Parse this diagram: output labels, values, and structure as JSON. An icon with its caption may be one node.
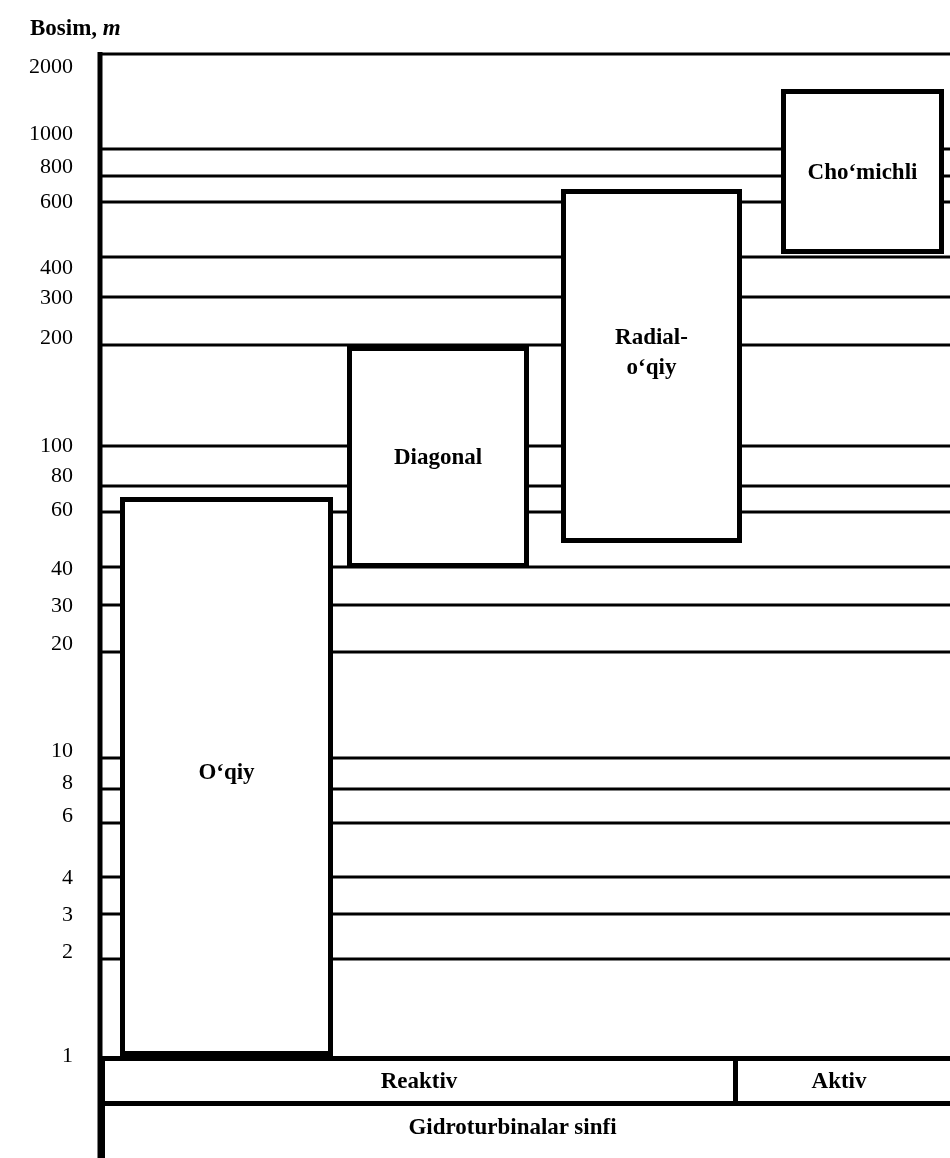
{
  "diagram": {
    "nodes": [
      {
        "text": [
          "Cho‘michli"
        ]
      },
      {
        "text": [
          "Radial- o‘qiy"
        ]
      },
      {
        "text": [
          "Diagonal"
        ]
      },
      {
        "text": [
          "O‘qiy"
        ]
      },
      {
        "text": [
          "Reaktiv"
        ]
      },
      {
        "text": [
          "Aktiv"
        ]
      },
      {
        "text": [
          "Gidroturbinalar sinfi"
        ]
      }
    ],
    "edges": [],
    "labels": [
      "Bosim, *m*",
      "2000",
      "1000",
      "800",
      "600",
      "400",
      "300",
      "200",
      "100",
      "80",
      "60",
      "40",
      "30",
      "20",
      "10",
      "8",
      "6",
      "4",
      "3",
      "2",
      "1"
    ]
  }
}
